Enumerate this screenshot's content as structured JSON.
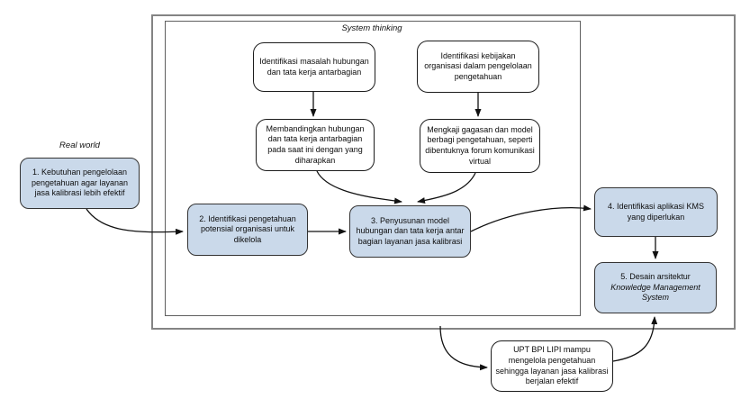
{
  "labels": {
    "real_world": "Real world",
    "system_thinking": "System thinking"
  },
  "boxes": {
    "identifikasi_masalah": {
      "text": "Identifikasi masalah hubungan dan tata kerja antarbagian"
    },
    "membandingkan": {
      "text": "Membandingkan hubungan dan tata kerja antarbagian pada saat ini dengan yang diharapkan"
    },
    "identifikasi_kebijakan": {
      "text": "Identifikasi kebijakan organisasi dalam pengelolaan pengetahuan"
    },
    "mengkaji_gagasan": {
      "text": "Mengkaji gagasan dan model berbagi pengetahuan, seperti dibentuknya forum komunikasi virtual"
    },
    "step1": {
      "text": "1. Kebutuhan pengelolaan pengetahuan agar layanan jasa kalibrasi lebih efektif"
    },
    "step2": {
      "text": "2. Identifikasi pengetahuan potensial organisasi untuk dikelola"
    },
    "step3": {
      "text": "3. Penyusunan model hubungan dan tata kerja antar bagian layanan jasa kalibrasi"
    },
    "step4": {
      "text": "4. Identifikasi aplikasi KMS yang diperlukan"
    },
    "step5": {
      "line1": "5. Desain arsitektur",
      "line2": "Knowledge Management System"
    },
    "outcome": {
      "text": "UPT BPI LIPI mampu mengelola pengetahuan sehingga layanan jasa kalibrasi berjalan efektif"
    }
  },
  "colors": {
    "step_box_fill": "#cad9ea",
    "white_box_fill": "#ffffff",
    "box_border": "#1c1c1c",
    "outer_frame_border": "#848484",
    "inner_frame_border": "#5f5f5f",
    "arrow": "#111111",
    "background": "#ffffff"
  }
}
